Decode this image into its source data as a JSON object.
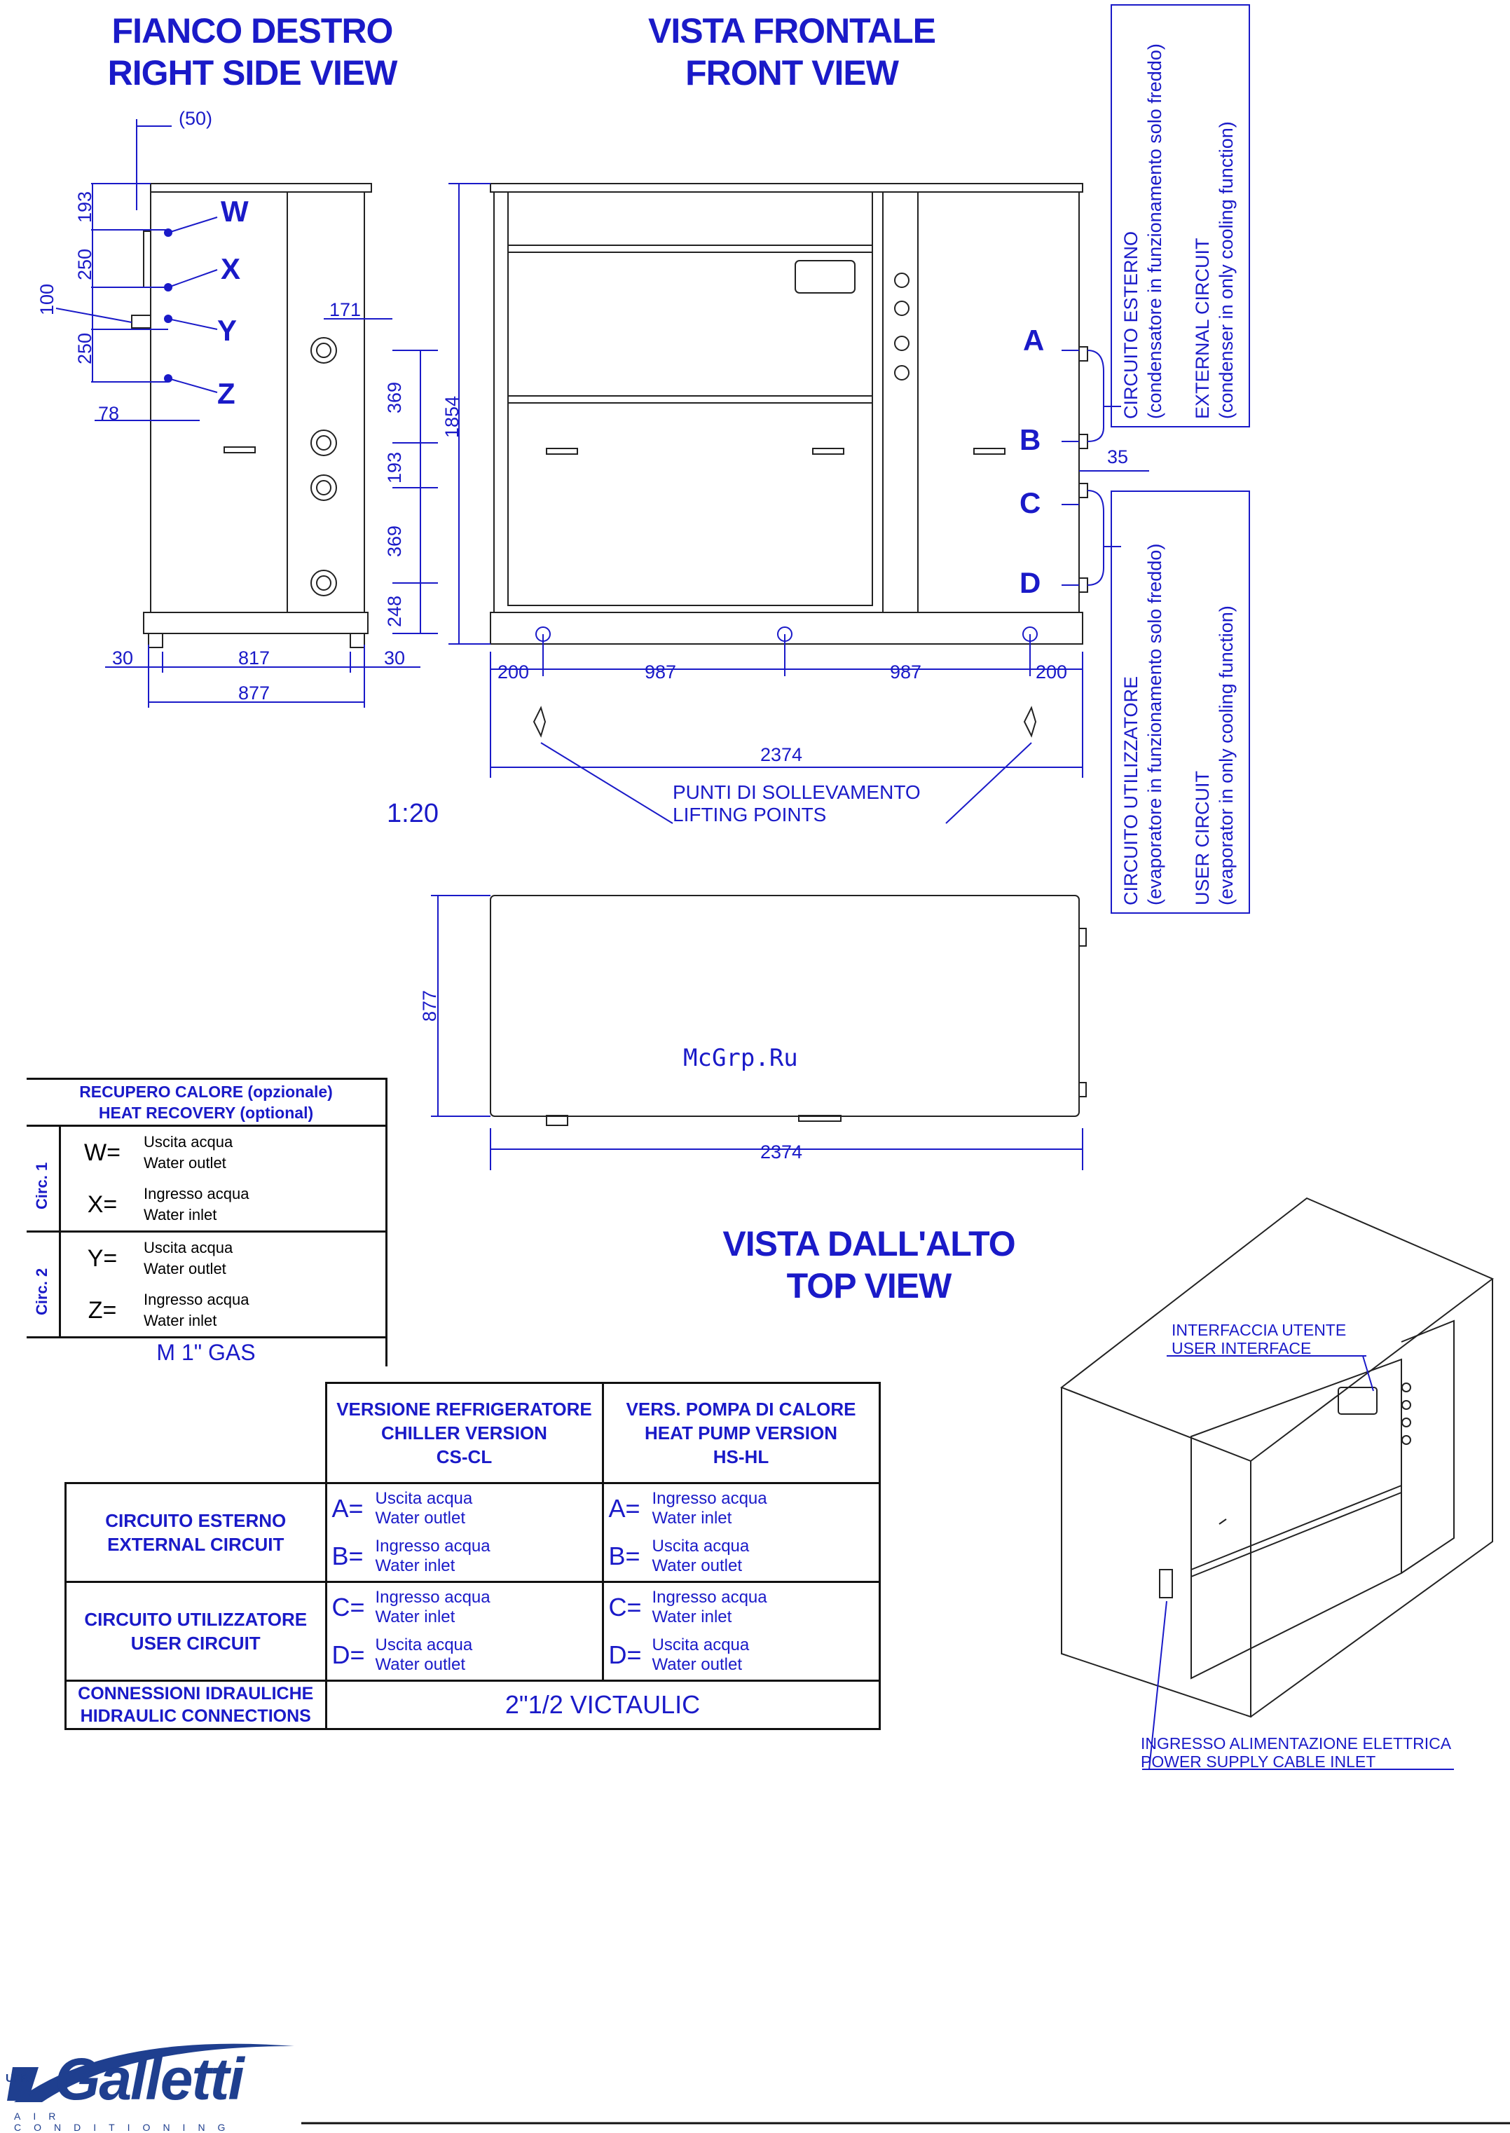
{
  "titles": {
    "side_it": "FIANCO DESTRO",
    "side_en": "RIGHT SIDE VIEW",
    "front_it": "VISTA FRONTALE",
    "front_en": "FRONT VIEW",
    "top_it": "VISTA DALL'ALTO",
    "top_en": "TOP VIEW"
  },
  "scale": "1:20",
  "watermark": "McGrp.Ru",
  "side_view": {
    "dims": {
      "d50": "(50)",
      "d193": "193",
      "d250a": "250",
      "d100": "100",
      "d250b": "250",
      "d78": "78",
      "d171": "171",
      "d369a": "369",
      "d193b": "193",
      "d369b": "369",
      "d248": "248",
      "d30a": "30",
      "d817": "817",
      "d30b": "30",
      "d877": "877"
    },
    "labels": {
      "w": "W",
      "x": "X",
      "y": "Y",
      "z": "Z"
    }
  },
  "front_view": {
    "dims": {
      "d1854": "1854",
      "d35": "35",
      "d200a": "200",
      "d987a": "987",
      "d987b": "987",
      "d200b": "200",
      "d2374": "2374"
    },
    "labels": {
      "a": "A",
      "b": "B",
      "c": "C",
      "d": "D"
    },
    "lifting_it": "PUNTI DI SOLLEVAMENTO",
    "lifting_en": "LIFTING POINTS"
  },
  "external_circuit_box": {
    "line1": "CIRCUITO ESTERNO",
    "line2": "(condensatore in funzionamento solo freddo)",
    "line3": "EXTERNAL CIRCUIT",
    "line4": "(condenser in only cooling function)"
  },
  "user_circuit_box": {
    "line1": "CIRCUITO UTILIZZATORE",
    "line2": "(evaporatore in funzionamento solo freddo)",
    "line3": "USER CIRCUIT",
    "line4": "(evaporator in only cooling function)"
  },
  "top_view": {
    "d877": "877",
    "d2374": "2374"
  },
  "heat_recovery": {
    "title1": "RECUPERO CALORE (opzionale)",
    "title2": "HEAT RECOVERY (optional)",
    "circ1": "Circ. 1",
    "circ2": "Circ. 2",
    "rows": [
      {
        "key": "W=",
        "it": "Uscita acqua",
        "en": "Water outlet"
      },
      {
        "key": "X=",
        "it": "Ingresso acqua",
        "en": "Water inlet"
      },
      {
        "key": "Y=",
        "it": "Uscita acqua",
        "en": "Water outlet"
      },
      {
        "key": "Z=",
        "it": "Ingresso acqua",
        "en": "Water inlet"
      }
    ],
    "footer": "M 1\" GAS"
  },
  "connections": {
    "chiller_h1": "VERSIONE REFRIGERATORE",
    "chiller_h2": "CHILLER VERSION",
    "chiller_h3": "CS-CL",
    "hp_h1": "VERS. POMPA DI CALORE",
    "hp_h2": "HEAT PUMP VERSION",
    "hp_h3": "HS-HL",
    "ext_it": "CIRCUITO ESTERNO",
    "ext_en": "EXTERNAL CIRCUIT",
    "user_it": "CIRCUITO UTILIZZATORE",
    "user_en": "USER CIRCUIT",
    "hyd_it": "CONNESSIONI IDRAULICHE",
    "hyd_en": "HIDRAULIC CONNECTIONS",
    "hyd_value": "2\"1/2 VICTAULIC",
    "chiller": [
      {
        "key": "A=",
        "it": "Uscita acqua",
        "en": "Water outlet"
      },
      {
        "key": "B=",
        "it": "Ingresso acqua",
        "en": "Water inlet"
      },
      {
        "key": "C=",
        "it": "Ingresso acqua",
        "en": "Water inlet"
      },
      {
        "key": "D=",
        "it": "Uscita acqua",
        "en": "Water outlet"
      }
    ],
    "heatpump": [
      {
        "key": "A=",
        "it": "Ingresso acqua",
        "en": "Water inlet"
      },
      {
        "key": "B=",
        "it": "Uscita acqua",
        "en": "Water outlet"
      },
      {
        "key": "C=",
        "it": "Ingresso acqua",
        "en": "Water inlet"
      },
      {
        "key": "D=",
        "it": "Uscita acqua",
        "en": "Water outlet"
      }
    ]
  },
  "iso_view": {
    "ui_it": "INTERFACCIA UTENTE",
    "ui_en": "USER INTERFACE",
    "power_it": "INGRESSO ALIMENTAZIONE ELETTRICA",
    "power_en": "POWER SUPPLY CABLE INLET"
  },
  "logo": {
    "brand": "Galletti",
    "tagline": "AIR CONDITIONING",
    "mark": "UFR"
  }
}
